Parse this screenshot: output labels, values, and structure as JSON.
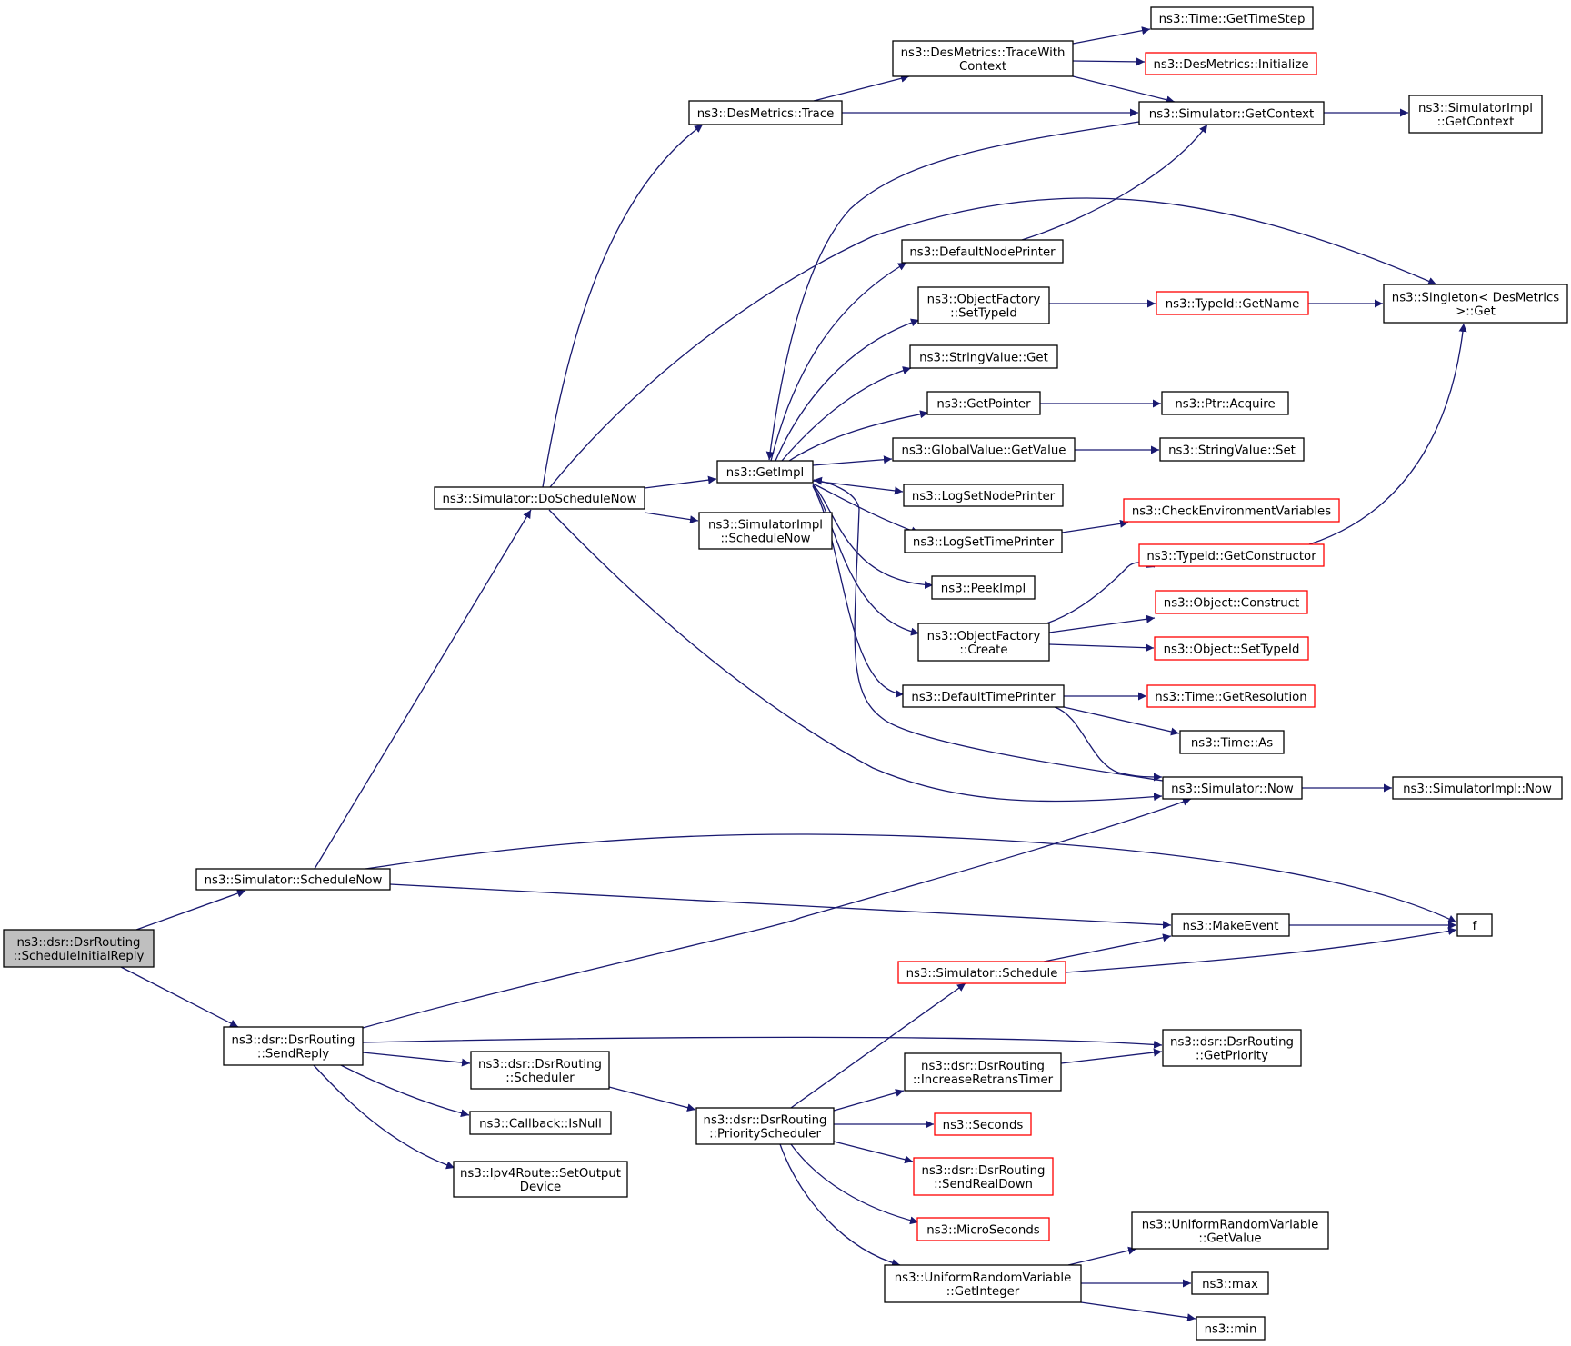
{
  "diagram": {
    "type": "call-graph",
    "colors": {
      "edge": "#191970",
      "node_border": "#000000",
      "node_border_incomplete": "#ff0000",
      "root_fill": "#bfbfbf",
      "background": "#ffffff"
    },
    "nodes": [
      {
        "id": "root",
        "lines": [
          "ns3::dsr::DsrRouting",
          "::ScheduleInitialReply"
        ],
        "kind": "root"
      },
      {
        "id": "scheduleNow",
        "lines": [
          "ns3::Simulator::ScheduleNow"
        ],
        "kind": "normal"
      },
      {
        "id": "sendReply",
        "lines": [
          "ns3::dsr::DsrRouting",
          "::SendReply"
        ],
        "kind": "normal"
      },
      {
        "id": "doScheduleNow",
        "lines": [
          "ns3::Simulator::DoScheduleNow"
        ],
        "kind": "normal"
      },
      {
        "id": "f",
        "lines": [
          "f"
        ],
        "kind": "normal"
      },
      {
        "id": "makeEvent",
        "lines": [
          "ns3::MakeEvent"
        ],
        "kind": "normal"
      },
      {
        "id": "simNow",
        "lines": [
          "ns3::Simulator::Now"
        ],
        "kind": "normal"
      },
      {
        "id": "desTrace",
        "lines": [
          "ns3::DesMetrics::Trace"
        ],
        "kind": "normal"
      },
      {
        "id": "getImpl",
        "lines": [
          "ns3::GetImpl"
        ],
        "kind": "normal"
      },
      {
        "id": "simImplScheduleNow",
        "lines": [
          "ns3::SimulatorImpl",
          "::ScheduleNow"
        ],
        "kind": "normal"
      },
      {
        "id": "singletonGet",
        "lines": [
          "ns3::Singleton< DesMetrics",
          ">::Get"
        ],
        "kind": "normal"
      },
      {
        "id": "traceWithContext",
        "lines": [
          "ns3::DesMetrics::TraceWith",
          "Context"
        ],
        "kind": "normal"
      },
      {
        "id": "simGetContext",
        "lines": [
          "ns3::Simulator::GetContext"
        ],
        "kind": "normal"
      },
      {
        "id": "timeGetTimeStep",
        "lines": [
          "ns3::Time::GetTimeStep"
        ],
        "kind": "normal"
      },
      {
        "id": "desInitialize",
        "lines": [
          "ns3::DesMetrics::Initialize"
        ],
        "kind": "red"
      },
      {
        "id": "simImplGetContext",
        "lines": [
          "ns3::SimulatorImpl",
          "::GetContext"
        ],
        "kind": "normal"
      },
      {
        "id": "defaultNodePrinter",
        "lines": [
          "ns3::DefaultNodePrinter"
        ],
        "kind": "normal"
      },
      {
        "id": "ofSetTypeId",
        "lines": [
          "ns3::ObjectFactory",
          "::SetTypeId"
        ],
        "kind": "normal"
      },
      {
        "id": "stringValueGet",
        "lines": [
          "ns3::StringValue::Get"
        ],
        "kind": "normal"
      },
      {
        "id": "getPointer",
        "lines": [
          "ns3::GetPointer"
        ],
        "kind": "normal"
      },
      {
        "id": "globalValueGetValue",
        "lines": [
          "ns3::GlobalValue::GetValue"
        ],
        "kind": "normal"
      },
      {
        "id": "logSetNodePrinter",
        "lines": [
          "ns3::LogSetNodePrinter"
        ],
        "kind": "normal"
      },
      {
        "id": "logSetTimePrinter",
        "lines": [
          "ns3::LogSetTimePrinter"
        ],
        "kind": "normal"
      },
      {
        "id": "peekImpl",
        "lines": [
          "ns3::PeekImpl"
        ],
        "kind": "normal"
      },
      {
        "id": "ofCreate",
        "lines": [
          "ns3::ObjectFactory",
          "::Create"
        ],
        "kind": "normal"
      },
      {
        "id": "defaultTimePrinter",
        "lines": [
          "ns3::DefaultTimePrinter"
        ],
        "kind": "normal"
      },
      {
        "id": "typeIdGetName",
        "lines": [
          "ns3::TypeId::GetName"
        ],
        "kind": "red"
      },
      {
        "id": "ptrAcquire",
        "lines": [
          "ns3::Ptr::Acquire"
        ],
        "kind": "normal"
      },
      {
        "id": "stringValueSet",
        "lines": [
          "ns3::StringValue::Set"
        ],
        "kind": "normal"
      },
      {
        "id": "checkEnv",
        "lines": [
          "ns3::CheckEnvironmentVariables"
        ],
        "kind": "red"
      },
      {
        "id": "typeIdGetConstructor",
        "lines": [
          "ns3::TypeId::GetConstructor"
        ],
        "kind": "red"
      },
      {
        "id": "objectConstruct",
        "lines": [
          "ns3::Object::Construct"
        ],
        "kind": "red"
      },
      {
        "id": "objectSetTypeId",
        "lines": [
          "ns3::Object::SetTypeId"
        ],
        "kind": "red"
      },
      {
        "id": "timeGetResolution",
        "lines": [
          "ns3::Time::GetResolution"
        ],
        "kind": "red"
      },
      {
        "id": "timeAs",
        "lines": [
          "ns3::Time::As"
        ],
        "kind": "normal"
      },
      {
        "id": "simImplNow",
        "lines": [
          "ns3::SimulatorImpl::Now"
        ],
        "kind": "normal"
      },
      {
        "id": "simSchedule",
        "lines": [
          "ns3::Simulator::Schedule"
        ],
        "kind": "red"
      },
      {
        "id": "dsrScheduler",
        "lines": [
          "ns3::dsr::DsrRouting",
          "::Scheduler"
        ],
        "kind": "normal"
      },
      {
        "id": "callbackIsNull",
        "lines": [
          "ns3::Callback::IsNull"
        ],
        "kind": "normal"
      },
      {
        "id": "ipv4SetOutputDevice",
        "lines": [
          "ns3::Ipv4Route::SetOutput",
          "Device"
        ],
        "kind": "normal"
      },
      {
        "id": "dsrPriorityScheduler",
        "lines": [
          "ns3::dsr::DsrRouting",
          "::PriorityScheduler"
        ],
        "kind": "normal"
      },
      {
        "id": "dsrIncreaseRetransTimer",
        "lines": [
          "ns3::dsr::DsrRouting",
          "::IncreaseRetransTimer"
        ],
        "kind": "normal"
      },
      {
        "id": "dsrGetPriority",
        "lines": [
          "ns3::dsr::DsrRouting",
          "::GetPriority"
        ],
        "kind": "normal"
      },
      {
        "id": "seconds",
        "lines": [
          "ns3::Seconds"
        ],
        "kind": "red"
      },
      {
        "id": "dsrSendRealDown",
        "lines": [
          "ns3::dsr::DsrRouting",
          "::SendRealDown"
        ],
        "kind": "red"
      },
      {
        "id": "microSeconds",
        "lines": [
          "ns3::MicroSeconds"
        ],
        "kind": "red"
      },
      {
        "id": "urvGetInteger",
        "lines": [
          "ns3::UniformRandomVariable",
          "::GetInteger"
        ],
        "kind": "normal"
      },
      {
        "id": "urvGetValue",
        "lines": [
          "ns3::UniformRandomVariable",
          "::GetValue"
        ],
        "kind": "normal"
      },
      {
        "id": "nsMax",
        "lines": [
          "ns3::max"
        ],
        "kind": "normal"
      },
      {
        "id": "nsMin",
        "lines": [
          "ns3::min"
        ],
        "kind": "normal"
      }
    ],
    "edges": [
      [
        "root",
        "scheduleNow"
      ],
      [
        "root",
        "sendReply"
      ],
      [
        "scheduleNow",
        "doScheduleNow"
      ],
      [
        "scheduleNow",
        "f"
      ],
      [
        "scheduleNow",
        "makeEvent"
      ],
      [
        "doScheduleNow",
        "desTrace"
      ],
      [
        "doScheduleNow",
        "getImpl"
      ],
      [
        "doScheduleNow",
        "simImplScheduleNow"
      ],
      [
        "doScheduleNow",
        "singletonGet"
      ],
      [
        "doScheduleNow",
        "simNow"
      ],
      [
        "desTrace",
        "traceWithContext"
      ],
      [
        "desTrace",
        "simGetContext"
      ],
      [
        "traceWithContext",
        "timeGetTimeStep"
      ],
      [
        "traceWithContext",
        "desInitialize"
      ],
      [
        "traceWithContext",
        "simGetContext"
      ],
      [
        "simGetContext",
        "simImplGetContext"
      ],
      [
        "simGetContext",
        "getImpl"
      ],
      [
        "getImpl",
        "defaultNodePrinter"
      ],
      [
        "getImpl",
        "ofSetTypeId"
      ],
      [
        "getImpl",
        "stringValueGet"
      ],
      [
        "getImpl",
        "getPointer"
      ],
      [
        "getImpl",
        "globalValueGetValue"
      ],
      [
        "getImpl",
        "logSetNodePrinter"
      ],
      [
        "getImpl",
        "logSetTimePrinter"
      ],
      [
        "getImpl",
        "peekImpl"
      ],
      [
        "getImpl",
        "ofCreate"
      ],
      [
        "getImpl",
        "defaultTimePrinter"
      ],
      [
        "defaultNodePrinter",
        "simGetContext"
      ],
      [
        "ofSetTypeId",
        "typeIdGetName"
      ],
      [
        "typeIdGetName",
        "singletonGet"
      ],
      [
        "getPointer",
        "ptrAcquire"
      ],
      [
        "globalValueGetValue",
        "stringValueSet"
      ],
      [
        "logSetTimePrinter",
        "checkEnv"
      ],
      [
        "ofCreate",
        "typeIdGetConstructor"
      ],
      [
        "ofCreate",
        "objectConstruct"
      ],
      [
        "ofCreate",
        "objectSetTypeId"
      ],
      [
        "typeIdGetConstructor",
        "singletonGet"
      ],
      [
        "defaultTimePrinter",
        "timeGetResolution"
      ],
      [
        "defaultTimePrinter",
        "timeAs"
      ],
      [
        "defaultTimePrinter",
        "simNow"
      ],
      [
        "simNow",
        "getImpl"
      ],
      [
        "simNow",
        "simImplNow"
      ],
      [
        "makeEvent",
        "f"
      ],
      [
        "sendReply",
        "simNow"
      ],
      [
        "sendReply",
        "dsrGetPriority"
      ],
      [
        "sendReply",
        "dsrScheduler"
      ],
      [
        "sendReply",
        "callbackIsNull"
      ],
      [
        "sendReply",
        "ipv4SetOutputDevice"
      ],
      [
        "dsrScheduler",
        "dsrPriorityScheduler"
      ],
      [
        "dsrPriorityScheduler",
        "simSchedule"
      ],
      [
        "dsrPriorityScheduler",
        "dsrIncreaseRetransTimer"
      ],
      [
        "dsrPriorityScheduler",
        "seconds"
      ],
      [
        "dsrPriorityScheduler",
        "dsrSendRealDown"
      ],
      [
        "dsrPriorityScheduler",
        "microSeconds"
      ],
      [
        "dsrPriorityScheduler",
        "urvGetInteger"
      ],
      [
        "simSchedule",
        "makeEvent"
      ],
      [
        "simSchedule",
        "f"
      ],
      [
        "dsrIncreaseRetransTimer",
        "dsrGetPriority"
      ],
      [
        "urvGetInteger",
        "urvGetValue"
      ],
      [
        "urvGetInteger",
        "nsMax"
      ],
      [
        "urvGetInteger",
        "nsMin"
      ]
    ]
  }
}
